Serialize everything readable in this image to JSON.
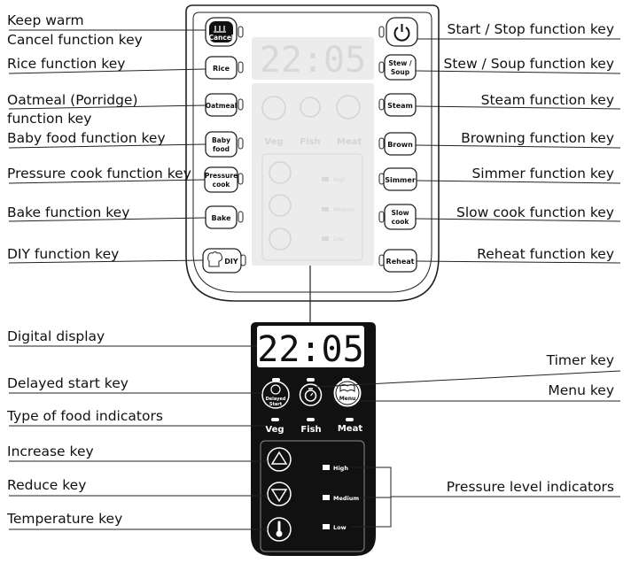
{
  "labels": {
    "keep_warm": "Keep warm",
    "cancel": "Cancel function key",
    "rice": "Rice function key",
    "oatmeal_1": "Oatmeal (Porridge)",
    "oatmeal_2": "function key",
    "baby_food": "Baby food function key",
    "pressure_cook": "Pressure cook function key",
    "bake": "Bake function key",
    "diy": "DIY function key",
    "start_stop": "Start / Stop function key",
    "stew_soup": "Stew / Soup function key",
    "steam": "Steam function key",
    "browning": "Browning function key",
    "simmer": "Simmer function key",
    "slow_cook": "Slow cook function key",
    "reheat": "Reheat function key",
    "digital_display": "Digital display",
    "timer_key": "Timer key",
    "delayed_start_key": "Delayed start key",
    "menu_key": "Menu key",
    "food_indicators": "Type of food indicators",
    "increase_key": "Increase key",
    "reduce_key": "Reduce key",
    "temperature_key": "Temperature key",
    "pressure_indicators": "Pressure level indicators"
  },
  "buttons": {
    "cancel": "Cancel",
    "rice": "Rice",
    "oatmeal": "Oatmeal",
    "baby_food_1": "Baby",
    "baby_food_2": "food",
    "pressure_cook_1": "Pressure",
    "pressure_cook_2": "cook",
    "bake": "Bake",
    "diy": "DIY",
    "stew_soup_1": "Stew /",
    "stew_soup_2": "Soup",
    "steam": "Steam",
    "brown": "Brown",
    "simmer": "Simmer",
    "slow_cook_1": "Slow",
    "slow_cook_2": "cook",
    "reheat": "Reheat",
    "delayed_1": "Delayed",
    "delayed_2": "Start",
    "menu": "Menu"
  },
  "display": {
    "time": "22:05"
  },
  "food": [
    "Veg",
    "Fish",
    "Meat"
  ],
  "pressure_levels": [
    "High",
    "Medium",
    "Low"
  ]
}
